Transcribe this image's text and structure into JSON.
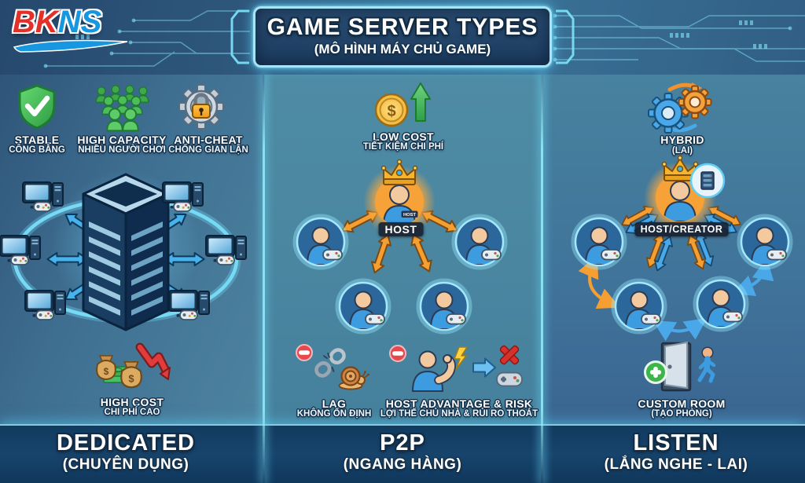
{
  "logo": {
    "part1": "BK",
    "part2": "NS"
  },
  "header": {
    "title": "GAME SERVER TYPES",
    "subtitle": "(MÔ HÌNH MÁY CHỦ GAME)"
  },
  "dedicated": {
    "features": [
      {
        "en": "STABLE",
        "vi": "CÔNG BẰNG"
      },
      {
        "en": "HIGH CAPACITY",
        "vi": "NHIỀU NGƯỜI CHƠI"
      },
      {
        "en": "ANTI-CHEAT",
        "vi": "CHỐNG GIAN LẬN"
      }
    ],
    "drawback": {
      "en": "HIGH COST",
      "vi": "CHI PHÍ CAO"
    },
    "footer": {
      "en": "DEDICATED",
      "vi": "(CHUYÊN DỤNG)"
    }
  },
  "p2p": {
    "benefit": {
      "en": "LOW COST",
      "vi": "TIẾT KIỆM CHI PHÍ"
    },
    "host_label": "HOST",
    "host_badge": "HOST",
    "drawback_lag": {
      "en": "LAG",
      "vi": "KHÔNG ỔN ĐỊNH"
    },
    "drawback_host": {
      "en": "HOST ADVANTAGE & RISK",
      "vi": "LỢI THẾ CHỦ NHÀ & RỦI RO THOÁT"
    },
    "footer": {
      "en": "P2P",
      "vi": "(NGANG HÀNG)"
    }
  },
  "listen": {
    "benefit": {
      "en": "HYBRID",
      "vi": "(LAI)"
    },
    "host_label": "HOST/CREATOR",
    "feature": {
      "en": "CUSTOM ROOM",
      "vi": "(TẠO PHÒNG)"
    },
    "footer": {
      "en": "LISTEN",
      "vi": "(LẮNG NGHE - LAI)"
    }
  },
  "icons": {
    "currency": "$"
  },
  "colors": {
    "accent_cyan": "#6fdcf8",
    "host_orange": "#f6a238",
    "arrow_blue": "#47b2ec",
    "arrow_orange": "#f59f33",
    "positive_green": "#3cb54a",
    "negative_red": "#e0413f",
    "navy": "#16395b",
    "logo_red": "#e33028",
    "logo_blue": "#1697e0"
  }
}
